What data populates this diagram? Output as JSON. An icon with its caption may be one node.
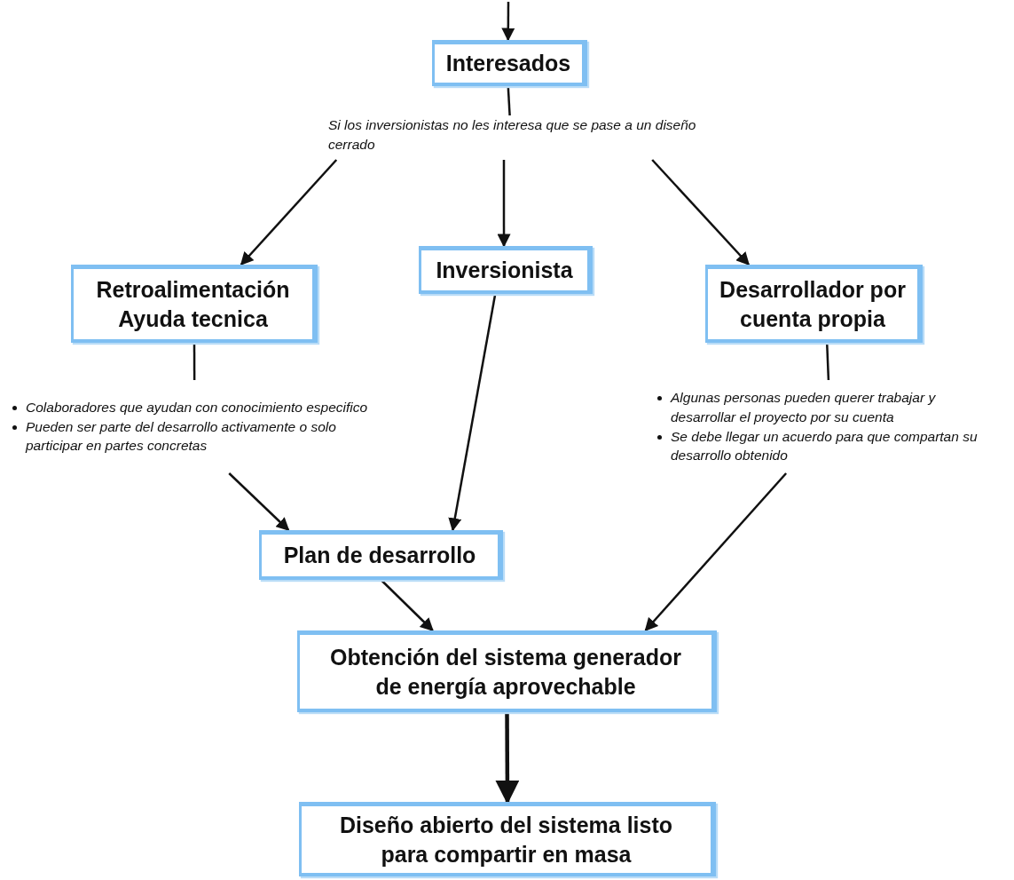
{
  "diagram": {
    "nodes": [
      {
        "text": [
          "Interesados"
        ]
      },
      {
        "text": [
          "Si los inversionistas no les interesa que se pase a un diseño cerrado"
        ]
      },
      {
        "text": [
          "Retroalimentación Ayuda tecnica"
        ]
      },
      {
        "text": [
          "Inversionista"
        ]
      },
      {
        "text": [
          "Desarrollador por cuenta propia"
        ]
      },
      {
        "text": [
          "Colaboradores que ayudan con conocimiento especifico",
          "Pueden ser parte del desarrollo activamente o solo participar en partes concretas"
        ]
      },
      {
        "text": [
          "Algunas personas pueden querer trabajar y desarrollar el proyecto por su cuenta",
          "Se debe llegar un acuerdo para que compartan su desarrollo obtenido"
        ]
      },
      {
        "text": [
          "Plan de desarrollo"
        ]
      },
      {
        "text": [
          "Obtención del sistema generador de energía aprovechable"
        ]
      },
      {
        "text": [
          "Diseño abierto del sistema listo para compartir en masa"
        ]
      }
    ],
    "edges": [
      {
        "from": null,
        "to": 0,
        "arrow": "to"
      },
      {
        "from": 0,
        "to": 1,
        "arrow": "none"
      },
      {
        "from": 1,
        "to": 2,
        "arrow": "to"
      },
      {
        "from": 1,
        "to": 3,
        "arrow": "to"
      },
      {
        "from": 1,
        "to": 4,
        "arrow": "to"
      },
      {
        "from": 2,
        "to": 5,
        "arrow": "none"
      },
      {
        "from": 4,
        "to": 6,
        "arrow": "none"
      },
      {
        "from": 5,
        "to": 7,
        "arrow": "to"
      },
      {
        "from": 3,
        "to": 7,
        "arrow": "to"
      },
      {
        "from": 6,
        "to": 8,
        "arrow": "to"
      },
      {
        "from": 7,
        "to": 8,
        "arrow": "to"
      },
      {
        "from": 8,
        "to": 9,
        "arrow": "to",
        "style": "thick"
      }
    ]
  }
}
